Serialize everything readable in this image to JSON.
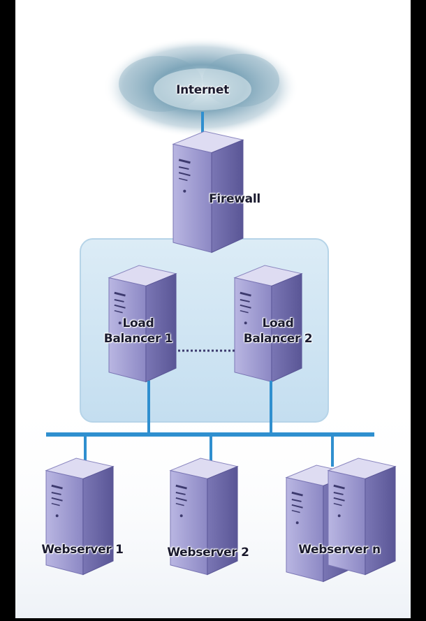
{
  "diagram": {
    "internet_label": "Internet",
    "firewall_label": "Firewall",
    "lb1_line1": "Load",
    "lb1_line2": "Balancer 1",
    "lb2_line1": "Load",
    "lb2_line2": "Balancer 2",
    "web1_label": "Webserver 1",
    "web2_label": "Webserver 2",
    "webn_label": "Webserver n"
  },
  "colors": {
    "background": "#000000",
    "panel": "#ffffff",
    "cloud": "#5f8fa8",
    "connector": "#2f8fcf",
    "lb_zone": "#cfe6f3",
    "server_front": "#9d9ad0",
    "server_side": "#6d6aa8",
    "server_top": "#d9d8f0",
    "label_text": "#1a1a2e"
  }
}
